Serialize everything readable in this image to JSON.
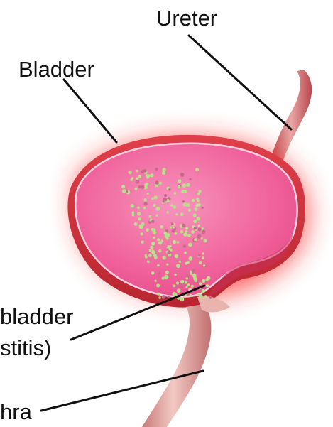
{
  "labels": {
    "ureter": "Ureter",
    "bladder": "Bladder",
    "inflamed_line1": "bladder",
    "inflamed_line2": "stitis)",
    "urethra": "hra"
  },
  "colors": {
    "glow": "#ff3030",
    "wall": "#d8303a",
    "wall_dark": "#a81f2a",
    "lumen": "#f0609a",
    "lumen_light": "#f7a0c4",
    "bacteria": "#b8e08a",
    "tube": "#c85a5e",
    "tube_light": "#e8a7a4"
  }
}
